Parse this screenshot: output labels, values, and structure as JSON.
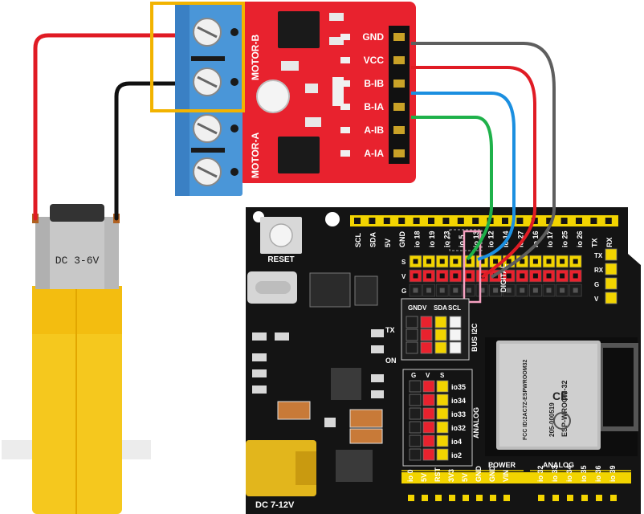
{
  "motor": {
    "label": "DC 3-6V"
  },
  "driver": {
    "terminal_labels": [
      "MOTOR-B",
      "MOTOR-A"
    ],
    "pins": [
      "GND",
      "VCC",
      "B-IB",
      "B-IA",
      "A-IB",
      "A-IA"
    ]
  },
  "board": {
    "reset_label": "RESET",
    "power_jack_label": "DC 7-12V",
    "top_header_labels": [
      "SCL",
      "SDA",
      "5V",
      "GND",
      "io 18",
      "io 19",
      "io 23",
      "io 5",
      "io 13",
      "io 12",
      "io 14",
      "io 27",
      "io 16",
      "io 17",
      "io 25",
      "io 26",
      "TX",
      "RX"
    ],
    "row_labels": [
      "S",
      "V",
      "G"
    ],
    "digital_label": "DIGITAL",
    "i2c_header": [
      "GND",
      "V",
      "SDA",
      "SCL"
    ],
    "i2c_label": "BUS I2C",
    "tx_label": "TX",
    "on_label": "ON",
    "analog_header": [
      "G",
      "V",
      "S"
    ],
    "analog_pins": [
      "io35",
      "io34",
      "io33",
      "io32",
      "io4",
      "io2"
    ],
    "analog_label": "ANALOG",
    "uart_labels": [
      "TX",
      "RX",
      "G",
      "V"
    ],
    "power_label": "POWER",
    "power_pins": [
      "io 0",
      "5V",
      "RST",
      "3V3",
      "5V",
      "GND",
      "GND",
      "VIN"
    ],
    "analog_bottom_label": "ANALOG",
    "analog_bottom_pins": [
      "io 32",
      "io 33",
      "io 34",
      "io 35",
      "io 36",
      "io 39"
    ],
    "module_text": [
      "ESP-WROOM-32",
      "205-000519",
      "FCC ID:2AC7Z-ESPWROOM32"
    ]
  },
  "colors": {
    "driver_board": "#e8222e",
    "terminal": "#4a96d8",
    "board": "#141414",
    "header_yellow": "#f2d400",
    "highlight_box": "#f2b300",
    "highlight_pink": "#f5a0c0",
    "wire_red": "#e01b24",
    "wire_black": "#111111",
    "wire_green": "#1fb14a",
    "wire_blue": "#1b8fe0",
    "wire_gray": "#5e5e5e"
  }
}
